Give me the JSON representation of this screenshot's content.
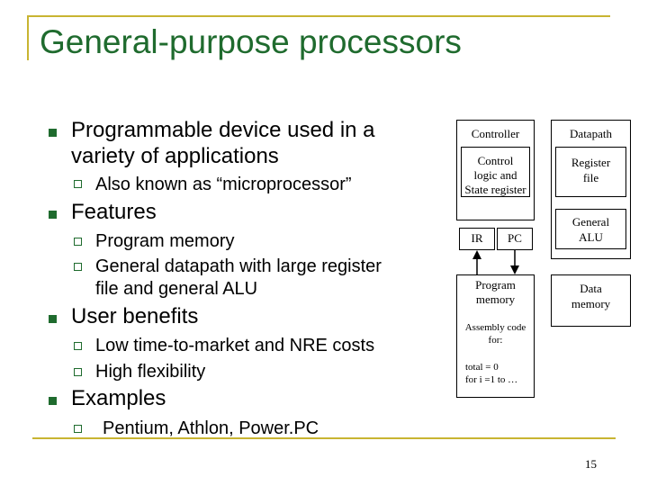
{
  "slide": {
    "title": "General-purpose processors",
    "page_number": "15"
  },
  "bullets": [
    {
      "text_line1": "Programmable device used in a",
      "text_line2": "variety of applications",
      "sub": [
        "Also known as “microprocessor”"
      ]
    },
    {
      "text_line1": "Features",
      "sub": [
        "Program memory",
        "General datapath with large register",
        "file and general ALU"
      ]
    },
    {
      "text_line1": "User benefits",
      "sub": [
        "Low time-to-market and NRE costs",
        "High flexibility"
      ]
    },
    {
      "text_line1": "Examples",
      "sub": [
        "Pentium, Athlon, Power.PC"
      ]
    }
  ],
  "diagram": {
    "controller": "Controller",
    "datapath": "Datapath",
    "control_logic_1": "Control",
    "control_logic_2": "logic and",
    "control_logic_3": "State register",
    "register_file_1": "Register",
    "register_file_2": "file",
    "ir": "IR",
    "pc": "PC",
    "general_alu_1": "General",
    "general_alu_2": "ALU",
    "program_memory_1": "Program",
    "program_memory_2": "memory",
    "data_memory_1": "Data",
    "data_memory_2": "memory",
    "assembly_1": "Assembly code",
    "assembly_2": "for:",
    "code_1": "total = 0",
    "code_2": "for i =1 to …"
  }
}
